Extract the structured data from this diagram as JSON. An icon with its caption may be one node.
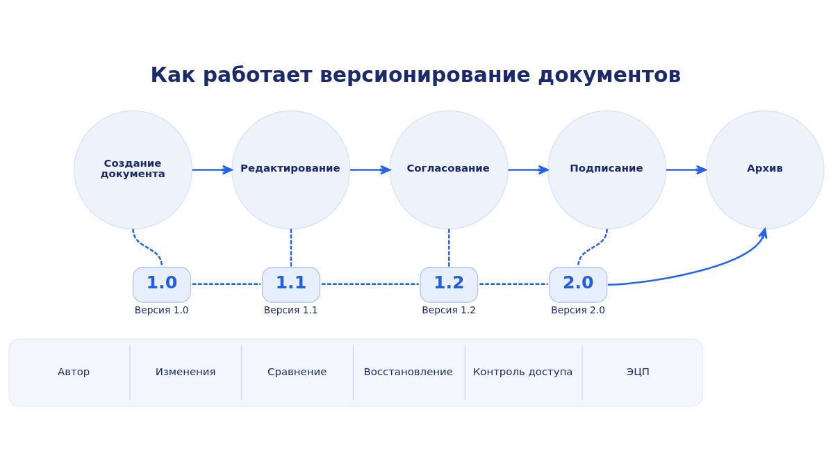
{
  "diagram": {
    "title": "Как работает версионирование документов",
    "nodes": [
      {
        "text": [
          "Создание документа"
        ]
      },
      {
        "text": [
          "Редактирование"
        ]
      },
      {
        "text": [
          "Согласование"
        ]
      },
      {
        "text": [
          "Подписание"
        ]
      },
      {
        "text": [
          "Архив"
        ]
      },
      {
        "text": [
          "1.0"
        ],
        "beside": [
          "Версия 1.0"
        ]
      },
      {
        "text": [
          "1.1"
        ],
        "beside": [
          "Версия 1.1"
        ]
      },
      {
        "text": [
          "1.2"
        ],
        "beside": [
          "Версия 1.2"
        ]
      },
      {
        "text": [
          "2.0"
        ],
        "beside": [
          "Версия 2.0"
        ]
      },
      {
        "text": [
          "Автор",
          "Изменения",
          "Сравнение",
          "Восстановление",
          "Контроль доступа",
          "ЭЦП"
        ]
      }
    ],
    "edges": [
      {
        "from": 0,
        "to": 1,
        "arrow": "to"
      },
      {
        "from": 1,
        "to": 2,
        "arrow": "to"
      },
      {
        "from": 2,
        "to": 3,
        "arrow": "to"
      },
      {
        "from": 3,
        "to": 4,
        "arrow": "to"
      },
      {
        "from": 0,
        "to": 5,
        "arrow": "none",
        "style": "dashed"
      },
      {
        "from": 1,
        "to": 6,
        "arrow": "none",
        "style": "dashed"
      },
      {
        "from": 2,
        "to": 7,
        "arrow": "none",
        "style": "dashed"
      },
      {
        "from": 3,
        "to": 8,
        "arrow": "none",
        "style": "dashed"
      },
      {
        "from": 5,
        "to": 6,
        "arrow": "none",
        "style": "dashed"
      },
      {
        "from": 6,
        "to": 7,
        "arrow": "none",
        "style": "dashed"
      },
      {
        "from": 7,
        "to": 8,
        "arrow": "none",
        "style": "dashed"
      },
      {
        "from": 8,
        "to": 4,
        "arrow": "to"
      }
    ]
  }
}
